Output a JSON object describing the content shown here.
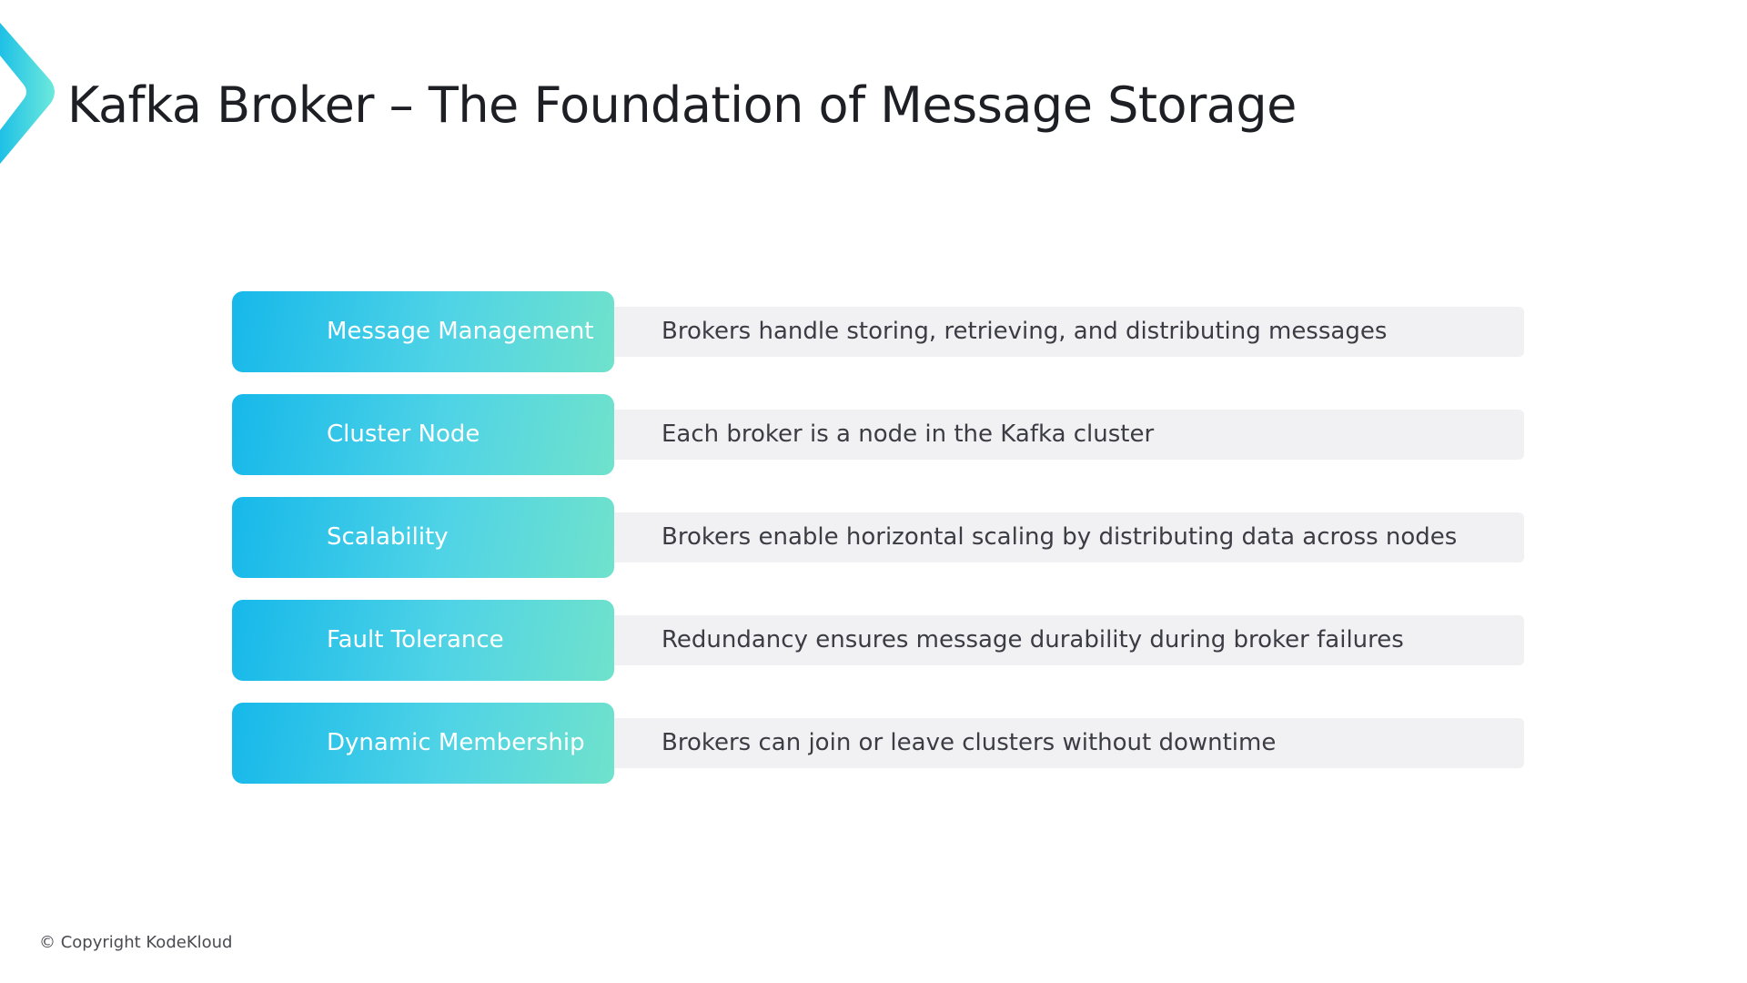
{
  "title": "Kafka Broker – The Foundation of Message Storage",
  "rows": [
    {
      "label": "Message Management",
      "description": "Brokers handle storing, retrieving, and distributing messages"
    },
    {
      "label": "Cluster Node",
      "description": "Each broker is a node in the Kafka cluster"
    },
    {
      "label": "Scalability",
      "description": "Brokers enable horizontal scaling by distributing data across nodes"
    },
    {
      "label": "Fault Tolerance",
      "description": "Redundancy ensures message durability during broker failures"
    },
    {
      "label": "Dynamic Membership",
      "description": "Brokers can join or leave clusters without downtime"
    }
  ],
  "footer": {
    "copyright": "© Copyright KodeKloud"
  },
  "colors": {
    "accent_start": "#16b8ea",
    "accent_end": "#70e2cc",
    "bar": "#f1f0f2"
  }
}
